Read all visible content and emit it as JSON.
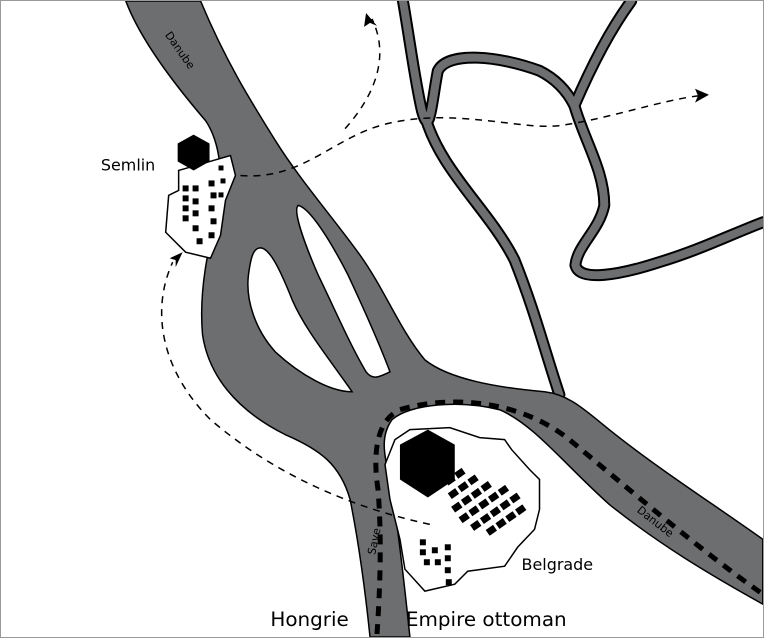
{
  "colors": {
    "river": "#6d6e70",
    "outline": "#000000",
    "land": "#ffffff"
  },
  "labels": {
    "semlin": "Semlin",
    "belgrade": "Belgrade",
    "hongrie": "Hongrie",
    "empire": "Empire ottoman",
    "danube_upper": "Danube",
    "danube_lower": "Danube",
    "save": "Save"
  }
}
